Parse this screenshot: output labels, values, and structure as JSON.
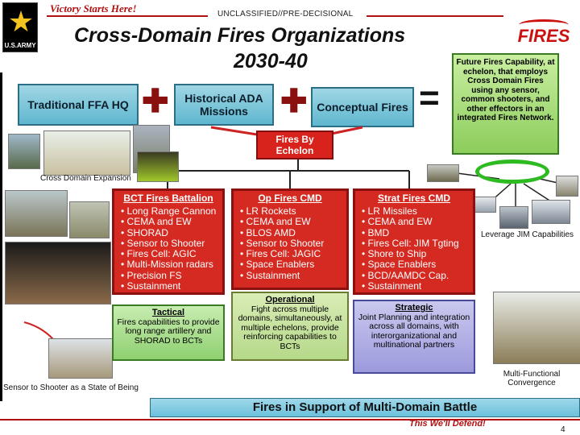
{
  "header": {
    "slogan": "Victory Starts Here!",
    "classification": "UNCLASSIFIED//PRE-DECISIONAL",
    "army_logo_label": "U.S.ARMY",
    "fires_logo": "FIRES",
    "title_line1": "Cross-Domain Fires Organizations",
    "title_line2": "2030-40"
  },
  "equation": {
    "box1": "Traditional FFA HQ",
    "box2": "Historical ADA Missions",
    "box3": "Conceptual Fires",
    "result": "Future Fires Capability, at echelon, that employs Cross Domain Fires using any sensor, common shooters, and other effectors in an integrated Fires Network."
  },
  "fires_by_echelon": "Fires By Echelon",
  "captions": {
    "cross_domain": "Cross Domain Expansion",
    "leverage": "Leverage JIM Capabilities",
    "sensor": "Sensor to Shooter as a State of Being",
    "multi": "Multi-Functional Convergence"
  },
  "columns": [
    {
      "title": "BCT Fires Battalion",
      "items": [
        "Long Range Cannon",
        "CEMA and EW",
        "SHORAD",
        "Sensor to Shooter",
        "Fires Cell: AGIC",
        "Multi-Mission radars",
        "Precision FS",
        "Sustainment"
      ]
    },
    {
      "title": "Op Fires CMD",
      "items": [
        "LR Rockets",
        "CEMA and EW",
        "BLOS AMD",
        "Sensor to Shooter",
        "Fires Cell: JAGIC",
        "Space Enablers",
        "Sustainment"
      ]
    },
    {
      "title": "Strat Fires CMD",
      "items": [
        "LR Missiles",
        "CEMA and EW",
        "BMD",
        "Fires Cell: JIM Tgting",
        "Shore to Ship",
        "Space Enablers",
        "BCD/AAMDC Cap.",
        "Sustainment"
      ]
    }
  ],
  "subboxes": [
    {
      "title": "Tactical",
      "text": "Fires capabilities to provide long range artillery and SHORAD to BCTs"
    },
    {
      "title": "Operational",
      "text": "Fight across multiple domains, simultaneously, at multiple echelons, provide reinforcing capabilities to BCTs"
    },
    {
      "title": "Strategic",
      "text": "Joint Planning and integration across all domains, with interorganizational and multinational partners"
    }
  ],
  "banner": "Fires in Support of Multi-Domain Battle",
  "footer": {
    "motto": "This We'll Defend!",
    "page": "4"
  },
  "colors": {
    "red": "#d8231c",
    "teal": "#6cc0dc",
    "green": "#8ccd5c",
    "purple": "#9c9adc"
  }
}
